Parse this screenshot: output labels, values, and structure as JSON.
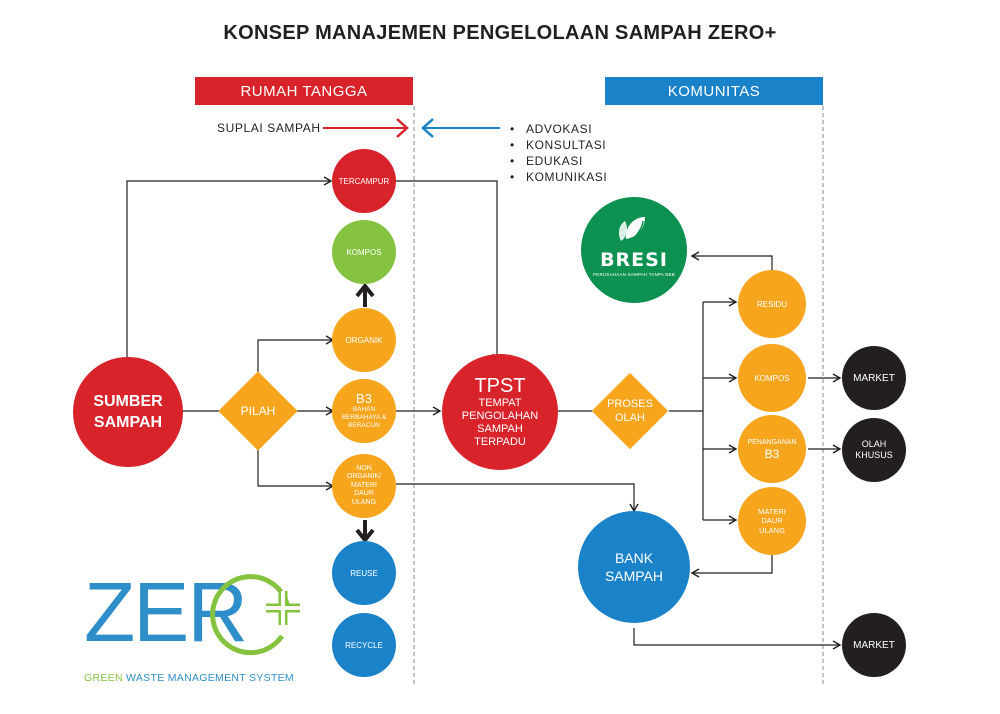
{
  "title": "KONSEP MANAJEMEN PENGELOLAAN SAMPAH ZERO+",
  "sections": {
    "left": "RUMAH TANGGA",
    "right": "KOMUNITAS"
  },
  "supply_label": "SUPLAI SAMPAH",
  "bullets": [
    "ADVOKASI",
    "KONSULTASI",
    "EDUKASI",
    "KOMUNIKASI"
  ],
  "nodes": {
    "sumber": "SUMBER\nSAMPAH",
    "pilah": "PILAH",
    "tercampur": "TERCAMPUR",
    "kompos_rt": "KOMPOS",
    "organik": "ORGANIK",
    "b3_title": "B3",
    "b3_sub": "BAHAN\nBERBAHAYA &\nBERACUN",
    "non_organik": "NON\nORGANIK/\nMATERI\nDAUR\nULANG",
    "reuse": "REUSE",
    "recycle": "RECYCLE",
    "tpst_title": "TPST",
    "tpst_sub": "TEMPAT\nPENGOLAHAN\nSAMPAH\nTERPADU",
    "proses": "PROSES\nOLAH",
    "residu": "RESIDU",
    "kompos_kom": "KOMPOS",
    "penanganan_b3_top": "PENANGANAN",
    "penanganan_b3": "B3",
    "materi_daur_ulang": "MATERI\nDAUR\nULANG",
    "bank_sampah": "BANK\nSAMPAH",
    "market_1": "MARKET",
    "olah_khusus": "OLAH\nKHUSUS",
    "market_2": "MARKET"
  },
  "bresi": {
    "name": "BRESI",
    "tagline": "PERUSAHAAN SAMPAH TANPA BBB"
  },
  "zero_logo": {
    "word": "ZER",
    "tagline_green": "GREEN",
    "tagline_rest": " WASTE MANAGEMENT SYSTEM"
  },
  "colors": {
    "red": "#d8232a",
    "green": "#84c23f",
    "orange": "#f7a51c",
    "blue": "#1a82c9",
    "black": "#231f20",
    "bresi_green": "#0d9150",
    "zero_blue": "#2d8ec9"
  }
}
